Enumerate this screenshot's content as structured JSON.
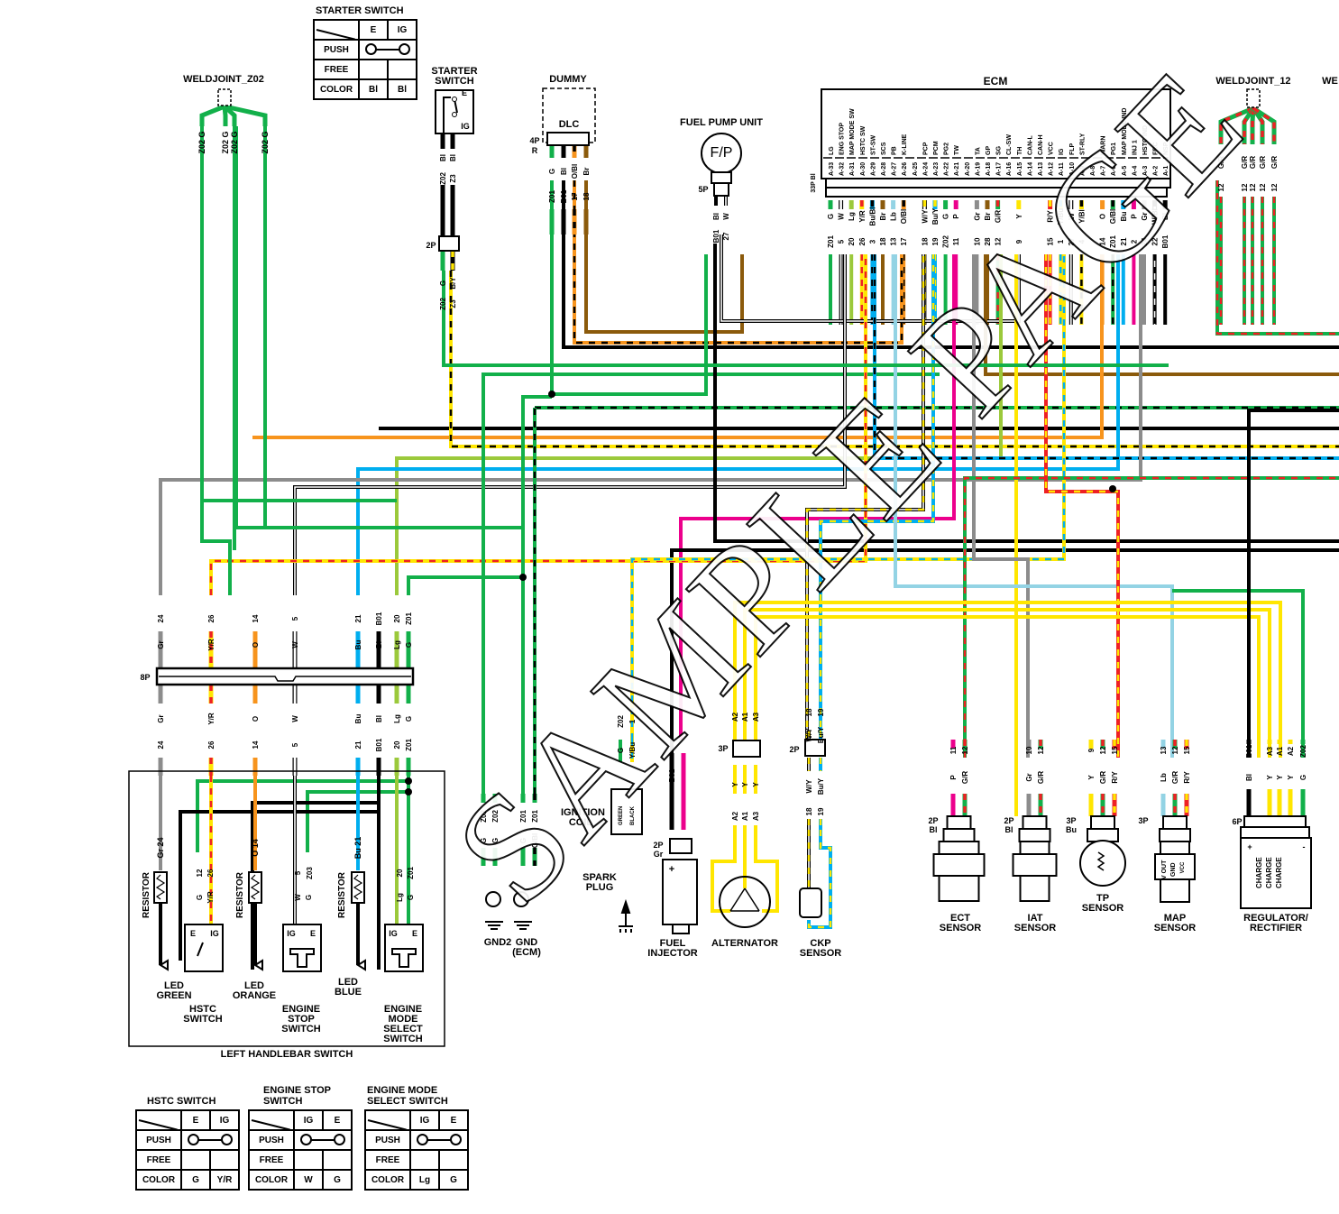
{
  "colors": {
    "G": "#12b04a",
    "Bl": "#000000",
    "Y": "#ffe600",
    "R": "#ee2024",
    "Bu": "#00aeef",
    "Lb": "#93d3e4",
    "O": "#f7941d",
    "Br": "#8b5a0b",
    "P": "#ec008c",
    "Gr": "#8c8c8c",
    "Lg": "#9bc93b",
    "W": "#ffffff"
  },
  "watermark": "SAMPLE PAGE",
  "starter_switch_table": {
    "title": "STARTER SWITCH",
    "cols": [
      "E",
      "IG"
    ],
    "rows": [
      {
        "label": "PUSH",
        "cells": [
          "o-o"
        ]
      },
      {
        "label": "FREE",
        "cells": [
          "",
          ""
        ]
      },
      {
        "label": "COLOR",
        "cells": [
          "Bl",
          "Bl"
        ]
      }
    ]
  },
  "hstc_table": {
    "title": "HSTC SWITCH",
    "cols": [
      "E",
      "IG"
    ],
    "rows": [
      {
        "label": "PUSH",
        "cells": [
          "o-o"
        ]
      },
      {
        "label": "FREE",
        "cells": [
          "",
          ""
        ]
      },
      {
        "label": "COLOR",
        "cells": [
          "G",
          "Y/R"
        ]
      }
    ]
  },
  "engine_stop_table": {
    "title": "ENGINE STOP SWITCH",
    "cols": [
      "IG",
      "E"
    ],
    "rows": [
      {
        "label": "PUSH",
        "cells": [
          "o-o"
        ]
      },
      {
        "label": "FREE",
        "cells": [
          "",
          ""
        ]
      },
      {
        "label": "COLOR",
        "cells": [
          "W",
          "G"
        ]
      }
    ]
  },
  "engine_mode_table": {
    "title": "ENGINE MODE SELECT SWITCH",
    "cols": [
      "IG",
      "E"
    ],
    "rows": [
      {
        "label": "PUSH",
        "cells": [
          "o-o"
        ]
      },
      {
        "label": "FREE",
        "cells": [
          "",
          ""
        ]
      },
      {
        "label": "COLOR",
        "cells": [
          "Lg",
          "G"
        ]
      }
    ]
  },
  "weldjoint_z02": {
    "label": "WELDJOINT_Z02",
    "wires": [
      {
        "color": "G",
        "num": "Z02"
      },
      {
        "color": "G",
        "num": "Z02"
      },
      {
        "color": "G",
        "num": "Z02"
      },
      {
        "color": "G",
        "num": "Z02"
      }
    ]
  },
  "weldjoint_12": {
    "label": "WELDJOINT_12",
    "next_label": "WE",
    "wires": [
      {
        "color": "G/R",
        "num": "12"
      },
      {
        "color": "G/R",
        "num": "12"
      },
      {
        "color": "G/R",
        "num": "12"
      },
      {
        "color": "G/R",
        "num": "12"
      },
      {
        "color": "G/R",
        "num": "12"
      }
    ]
  },
  "starter_switch": {
    "label": "STARTER SWITCH",
    "terminals": [
      "E",
      "IG"
    ],
    "upper_wires": [
      {
        "color": "Bl",
        "num": "Z02"
      },
      {
        "color": "Bl",
        "num": "Z3"
      }
    ],
    "connector": "2P",
    "lower_wires": [
      {
        "color": "G",
        "num": "Z02"
      },
      {
        "color": "B/Y",
        "num": "Z3"
      }
    ]
  },
  "dlc": {
    "dummy_label": "DUMMY",
    "label": "DLC",
    "connector": "4P",
    "connector_color": "R",
    "wires": [
      {
        "color": "G",
        "num": "Z01"
      },
      {
        "color": "Bl",
        "num": "B01"
      },
      {
        "color": "O/Bl",
        "num": "17"
      },
      {
        "color": "Br",
        "num": "18"
      }
    ]
  },
  "fuel_pump": {
    "label": "FUEL PUMP UNIT",
    "symbol": "F/P",
    "connector": "5P",
    "wires": [
      {
        "color": "Bl",
        "num": "B01"
      },
      {
        "color": "W",
        "num": "27"
      }
    ]
  },
  "ecm": {
    "label": "ECM",
    "connector_label": "33P",
    "connector_color": "Bl",
    "pins": [
      {
        "func": "LG",
        "pin": "A-33",
        "color": "G",
        "num": "Z01"
      },
      {
        "func": "ENG STOP",
        "pin": "A-32",
        "color": "W",
        "num": "5"
      },
      {
        "func": "MAP MODE SW",
        "pin": "A-31",
        "color": "Lg",
        "num": "20"
      },
      {
        "func": "HSTC SW",
        "pin": "A-30",
        "color": "Y/R",
        "num": "26"
      },
      {
        "func": "ST-SW",
        "pin": "A-29",
        "color": "Bu/Bl",
        "num": "3"
      },
      {
        "func": "SCS",
        "pin": "A-28",
        "color": "Br",
        "num": "18"
      },
      {
        "func": "PB",
        "pin": "A-27",
        "color": "Lb",
        "num": "13"
      },
      {
        "func": "K-LINE",
        "pin": "A-26",
        "color": "O/Bl",
        "num": "17"
      },
      {
        "func": "",
        "pin": "A-25",
        "color": "",
        "num": ""
      },
      {
        "func": "PCP",
        "pin": "A-24",
        "color": "W/Y",
        "num": "18"
      },
      {
        "func": "PCM",
        "pin": "A-23",
        "color": "Bu/Y",
        "num": "19"
      },
      {
        "func": "PG2",
        "pin": "A-22",
        "color": "G",
        "num": "Z02"
      },
      {
        "func": "TW",
        "pin": "A-21",
        "color": "P",
        "num": "11"
      },
      {
        "func": "",
        "pin": "A-20",
        "color": "",
        "num": ""
      },
      {
        "func": "TA",
        "pin": "A-19",
        "color": "Gr",
        "num": "10"
      },
      {
        "func": "GP",
        "pin": "A-18",
        "color": "Br",
        "num": "28"
      },
      {
        "func": "SG",
        "pin": "A-17",
        "color": "G/R",
        "num": "12"
      },
      {
        "func": "CL-SW",
        "pin": "A-16",
        "color": "",
        "num": ""
      },
      {
        "func": "TH",
        "pin": "A-15",
        "color": "Y",
        "num": "9"
      },
      {
        "func": "CAN-L",
        "pin": "A-14",
        "color": "",
        "num": ""
      },
      {
        "func": "CAN-H",
        "pin": "A-13",
        "color": "",
        "num": ""
      },
      {
        "func": "VCC",
        "pin": "A-12",
        "color": "R/Y",
        "num": "15"
      },
      {
        "func": "IG",
        "pin": "A-11",
        "color": "Y/Bu",
        "num": "1"
      },
      {
        "func": "FLP",
        "pin": "A-10",
        "color": "W",
        "num": "27"
      },
      {
        "func": "ST-RLY",
        "pin": "A-9",
        "color": "Y/Bl",
        "num": "4"
      },
      {
        "func": "",
        "pin": "A-8",
        "color": "",
        "num": ""
      },
      {
        "func": "WARN",
        "pin": "A-7",
        "color": "O",
        "num": "14"
      },
      {
        "func": "PG1",
        "pin": "A-6",
        "color": "G/Bl",
        "num": "Z01"
      },
      {
        "func": "MAP MODE IND",
        "pin": "A-5",
        "color": "Bu",
        "num": "21"
      },
      {
        "func": "INJ 1",
        "pin": "A-4",
        "color": "P",
        "num": "2"
      },
      {
        "func": "HSTC IND",
        "pin": "A-3",
        "color": "Gr",
        "num": "24"
      },
      {
        "func": "FRC",
        "pin": "A-2",
        "color": "W/Bl",
        "num": "22"
      },
      {
        "func": "NSP",
        "pin": "A-1",
        "color": "Bl",
        "num": "B01"
      }
    ]
  },
  "handlebar_connector": {
    "label": "8P",
    "wires": [
      {
        "color": "Gr",
        "num": "24"
      },
      {
        "color": "Y/R",
        "num": "26"
      },
      {
        "color": "O",
        "num": "14"
      },
      {
        "color": "W",
        "num": "5"
      },
      {
        "color": "Bu",
        "num": "21"
      },
      {
        "color": "Bl",
        "num": "B01"
      },
      {
        "color": "Lg",
        "num": "20"
      },
      {
        "color": "G",
        "num": "Z01"
      }
    ]
  },
  "left_handlebar_switch": {
    "label": "LEFT HANDLEBAR SWITCH",
    "resistor_label": "RESISTOR",
    "items": [
      {
        "name": "HSTC SWITCH",
        "led": "LED GREEN",
        "wires": [
          {
            "color": "G",
            "num": "12"
          },
          {
            "color": "Y/R",
            "num": "26"
          }
        ],
        "resistor_wire": {
          "color": "Gr",
          "num": "24"
        },
        "terminals": [
          "E",
          "IG"
        ]
      },
      {
        "name": "ENGINE STOP SWITCH",
        "led": "LED ORANGE",
        "wires": [
          {
            "color": "W",
            "num": "5"
          },
          {
            "color": "G",
            "num": "Z03"
          }
        ],
        "resistor_wire": {
          "color": "O",
          "num": "14"
        },
        "terminals": [
          "IG",
          "E"
        ]
      },
      {
        "name": "ENGINE MODE SELECT SWITCH",
        "led": "LED BLUE",
        "wires": [
          {
            "color": "Lg",
            "num": "20"
          },
          {
            "color": "G",
            "num": "Z01"
          }
        ],
        "resistor_wire": {
          "color": "Bu",
          "num": "21"
        },
        "terminals": [
          "IG",
          "E"
        ]
      }
    ]
  },
  "grounds": {
    "gnd2": {
      "label": "GND2",
      "wires": [
        {
          "color": "G",
          "num": "Z02"
        },
        {
          "color": "G",
          "num": "Z02"
        }
      ]
    },
    "gnd_ecm": {
      "label": "GND (ECM)",
      "wires": [
        {
          "color": "G",
          "num": "Z01"
        },
        {
          "color": "G/Bl",
          "num": "Z01"
        }
      ]
    }
  },
  "ignition_coil": {
    "label": "IGNITION COIL",
    "wires": [
      {
        "color": "G",
        "num": "Z02"
      },
      {
        "color": "Y/Bu",
        "num": "1"
      }
    ],
    "terminals": [
      "GREEN",
      "BLACK"
    ],
    "spark_plug": "SPARK PLUG"
  },
  "fuel_injector": {
    "label": "FUEL INJECTOR",
    "connector": "2P",
    "connector_color": "Gr",
    "wires": [
      {
        "color": "Bl",
        "num": "B01"
      },
      {
        "color": "P",
        "num": "2"
      }
    ]
  },
  "alternator": {
    "label": "ALTERNATOR",
    "connector": "3P",
    "wires": [
      {
        "color": "Y",
        "num": "A2"
      },
      {
        "color": "Y",
        "num": "A1"
      },
      {
        "color": "Y",
        "num": "A3"
      }
    ]
  },
  "ckp_sensor": {
    "label": "CKP SENSOR",
    "connector": "2P",
    "wires": [
      {
        "color": "W/Y",
        "num": "18"
      },
      {
        "color": "Bu/Y",
        "num": "19"
      }
    ]
  },
  "ect_sensor": {
    "label": "ECT SENSOR",
    "connector": "2P",
    "connector_color": "Bl",
    "wires": [
      {
        "color": "P",
        "num": "11"
      },
      {
        "color": "G/R",
        "num": "12"
      }
    ]
  },
  "iat_sensor": {
    "label": "IAT SENSOR",
    "connector": "2P",
    "connector_color": "Bl",
    "wires": [
      {
        "color": "Gr",
        "num": "10"
      },
      {
        "color": "G/R",
        "num": "12"
      }
    ]
  },
  "tp_sensor": {
    "label": "TP SENSOR",
    "connector": "3P",
    "connector_color": "Bu",
    "wires": [
      {
        "color": "Y",
        "num": "9"
      },
      {
        "color": "G/R",
        "num": "12"
      },
      {
        "color": "R/Y",
        "num": "15"
      }
    ]
  },
  "map_sensor": {
    "label": "MAP SENSOR",
    "connector": "3P",
    "terminals": [
      "V OUT",
      "GND",
      "VCC"
    ],
    "wires": [
      {
        "color": "Lb",
        "num": "13"
      },
      {
        "color": "G/R",
        "num": "12"
      },
      {
        "color": "R/Y",
        "num": "15"
      }
    ]
  },
  "regulator": {
    "label": "REGULATOR/ RECTIFIER",
    "connector": "6P",
    "terminals": [
      "+",
      "CHARGE",
      "CHARGE",
      "CHARGE",
      "-"
    ],
    "wires": [
      {
        "color": "Bl",
        "num": "B01"
      },
      {
        "color": "Y",
        "num": "A3"
      },
      {
        "color": "Y",
        "num": "A1"
      },
      {
        "color": "Y",
        "num": "A2"
      },
      {
        "color": "G",
        "num": "Z02"
      }
    ]
  }
}
